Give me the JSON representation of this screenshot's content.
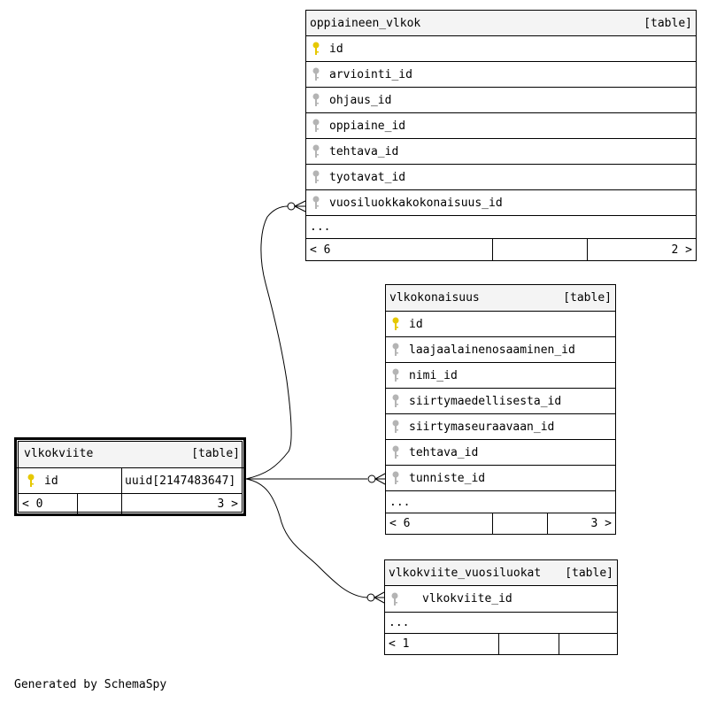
{
  "tables": {
    "oppiaineen_vlkok": {
      "name": "oppiaineen_vlkok",
      "kind": "[table]",
      "columns": [
        {
          "name": "id",
          "key": "primary"
        },
        {
          "name": "arviointi_id",
          "key": "foreign"
        },
        {
          "name": "ohjaus_id",
          "key": "foreign"
        },
        {
          "name": "oppiaine_id",
          "key": "foreign"
        },
        {
          "name": "tehtava_id",
          "key": "foreign"
        },
        {
          "name": "tyotavat_id",
          "key": "foreign"
        },
        {
          "name": "vuosiluokkakokonaisuus_id",
          "key": "foreign"
        }
      ],
      "more": "...",
      "footer_left": "< 6",
      "footer_mid": "",
      "footer_right": "2 >"
    },
    "vlkokonaisuus": {
      "name": "vlkokonaisuus",
      "kind": "[table]",
      "columns": [
        {
          "name": "id",
          "key": "primary"
        },
        {
          "name": "laajaalainenosaaminen_id",
          "key": "foreign"
        },
        {
          "name": "nimi_id",
          "key": "foreign"
        },
        {
          "name": "siirtymaedellisesta_id",
          "key": "foreign"
        },
        {
          "name": "siirtymaseuraavaan_id",
          "key": "foreign"
        },
        {
          "name": "tehtava_id",
          "key": "foreign"
        },
        {
          "name": "tunniste_id",
          "key": "foreign"
        }
      ],
      "more": "...",
      "footer_left": "< 6",
      "footer_mid": "",
      "footer_right": "3 >"
    },
    "vlkokviite": {
      "name": "vlkokviite",
      "kind": "[table]",
      "columns": [
        {
          "name": "id",
          "key": "primary",
          "type": "uuid[2147483647]"
        }
      ],
      "footer_left": "< 0",
      "footer_mid": "",
      "footer_right": "3 >"
    },
    "vlkokviite_vuosiluokat": {
      "name": "vlkokviite_vuosiluokat",
      "kind": "[table]",
      "columns": [
        {
          "name": "vlkokviite_id",
          "key": "foreign"
        }
      ],
      "more": "...",
      "footer_left": "< 1",
      "footer_mid": "",
      "footer_right": ""
    }
  },
  "footer_note": "Generated by SchemaSpy",
  "colors": {
    "primary_key": "#e6c800",
    "foreign_key": "#b4b4b4",
    "header_bg": "#f4f4f4"
  }
}
